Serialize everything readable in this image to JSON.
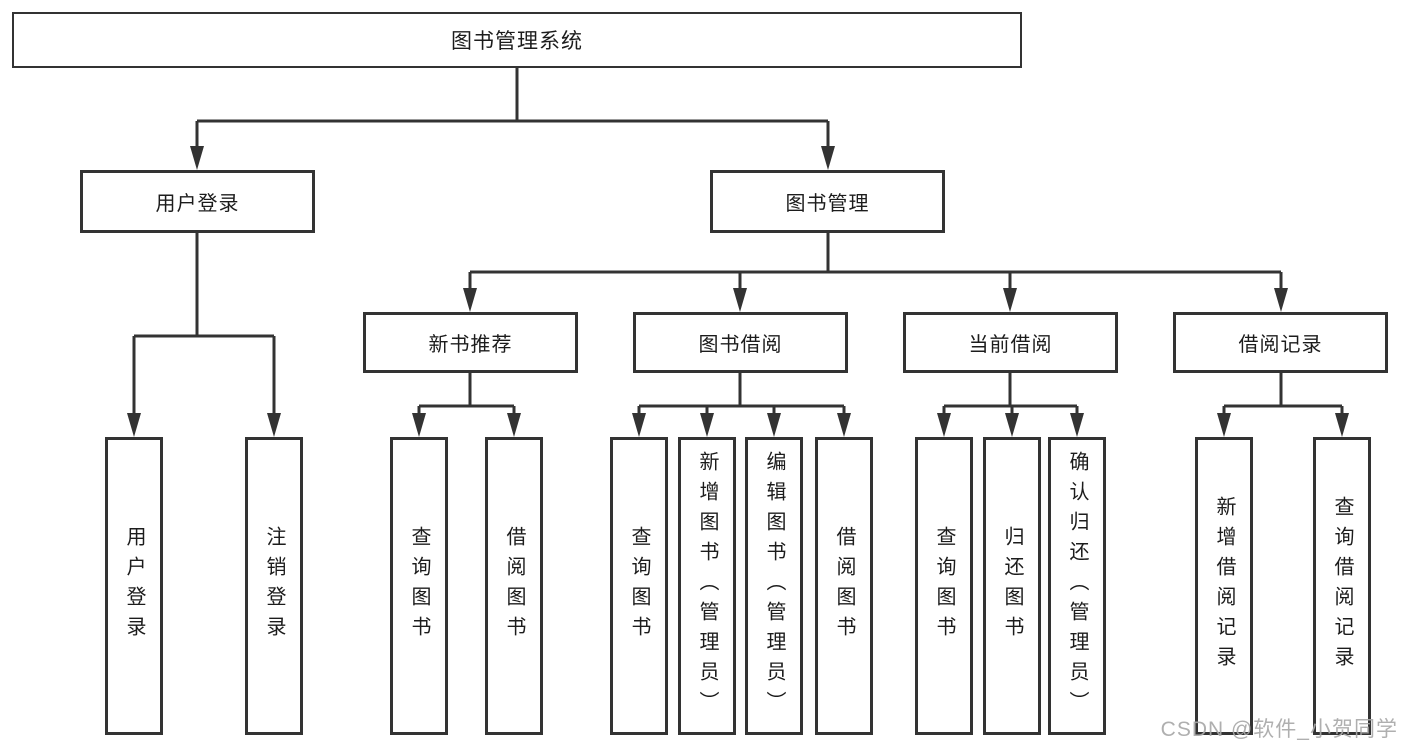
{
  "nodes": {
    "root": {
      "label": "图书管理系统"
    },
    "user_login": {
      "label": "用户登录"
    },
    "book_mgmt": {
      "label": "图书管理"
    },
    "new_book_rec": {
      "label": "新书推荐"
    },
    "book_borrow": {
      "label": "图书借阅"
    },
    "current_borrow": {
      "label": "当前借阅"
    },
    "borrow_records": {
      "label": "借阅记录"
    },
    "leaf_user_login": {
      "label": "用户登录"
    },
    "leaf_logout": {
      "label": "注销登录"
    },
    "leaf_query_book_1": {
      "label": "查询图书"
    },
    "leaf_borrow_book_1": {
      "label": "借阅图书"
    },
    "leaf_query_book_2": {
      "label": "查询图书"
    },
    "leaf_add_book": {
      "label": "新增图书（管理员）"
    },
    "leaf_edit_book": {
      "label": "编辑图书（管理员）"
    },
    "leaf_borrow_book_2": {
      "label": "借阅图书"
    },
    "leaf_query_book_3": {
      "label": "查询图书"
    },
    "leaf_return_book": {
      "label": "归还图书"
    },
    "leaf_confirm_return": {
      "label": "确认归还（管理员）"
    },
    "leaf_add_record": {
      "label": "新增借阅记录"
    },
    "leaf_query_record": {
      "label": "查询借阅记录"
    }
  },
  "watermark": {
    "text": "CSDN @软件_小贺同学"
  },
  "colors": {
    "line": "#333333",
    "box_border": "#333333",
    "text": "#1c1c1c",
    "watermark": "#a8a8a8",
    "background": "#ffffff"
  }
}
